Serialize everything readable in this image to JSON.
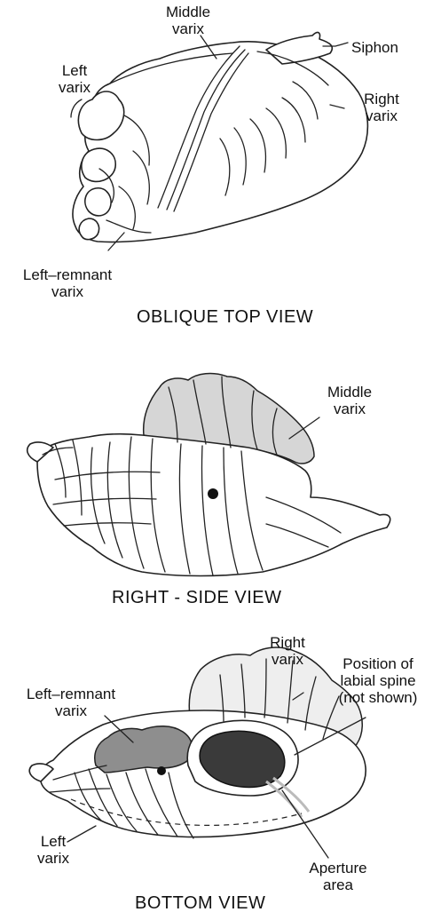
{
  "views": {
    "oblique": {
      "title": "OBLIQUE  TOP  VIEW",
      "labels": {
        "middle_varix": "Middle\nvarix",
        "siphon": "Siphon",
        "left_varix": "Left\nvarix",
        "right_varix": "Right\nvarix",
        "left_remnant": "Left–remnant\nvarix"
      }
    },
    "right_side": {
      "title": "RIGHT - SIDE VIEW",
      "labels": {
        "middle_varix": "Middle\nvarix"
      }
    },
    "bottom": {
      "title": "BOTTOM VIEW",
      "labels": {
        "right_varix": "Right\nvarix",
        "labial_spine": "Position of\nlabial spine\n(not shown)",
        "left_remnant": "Left–remnant\nvarix",
        "left_varix": "Left\nvarix",
        "aperture": "Aperture\narea"
      }
    }
  },
  "colors": {
    "line": "#222222",
    "varix_shade": "#d6d6d6",
    "remnant_shade": "#8e8e8e",
    "aperture_fill": "#3a3a3a"
  }
}
